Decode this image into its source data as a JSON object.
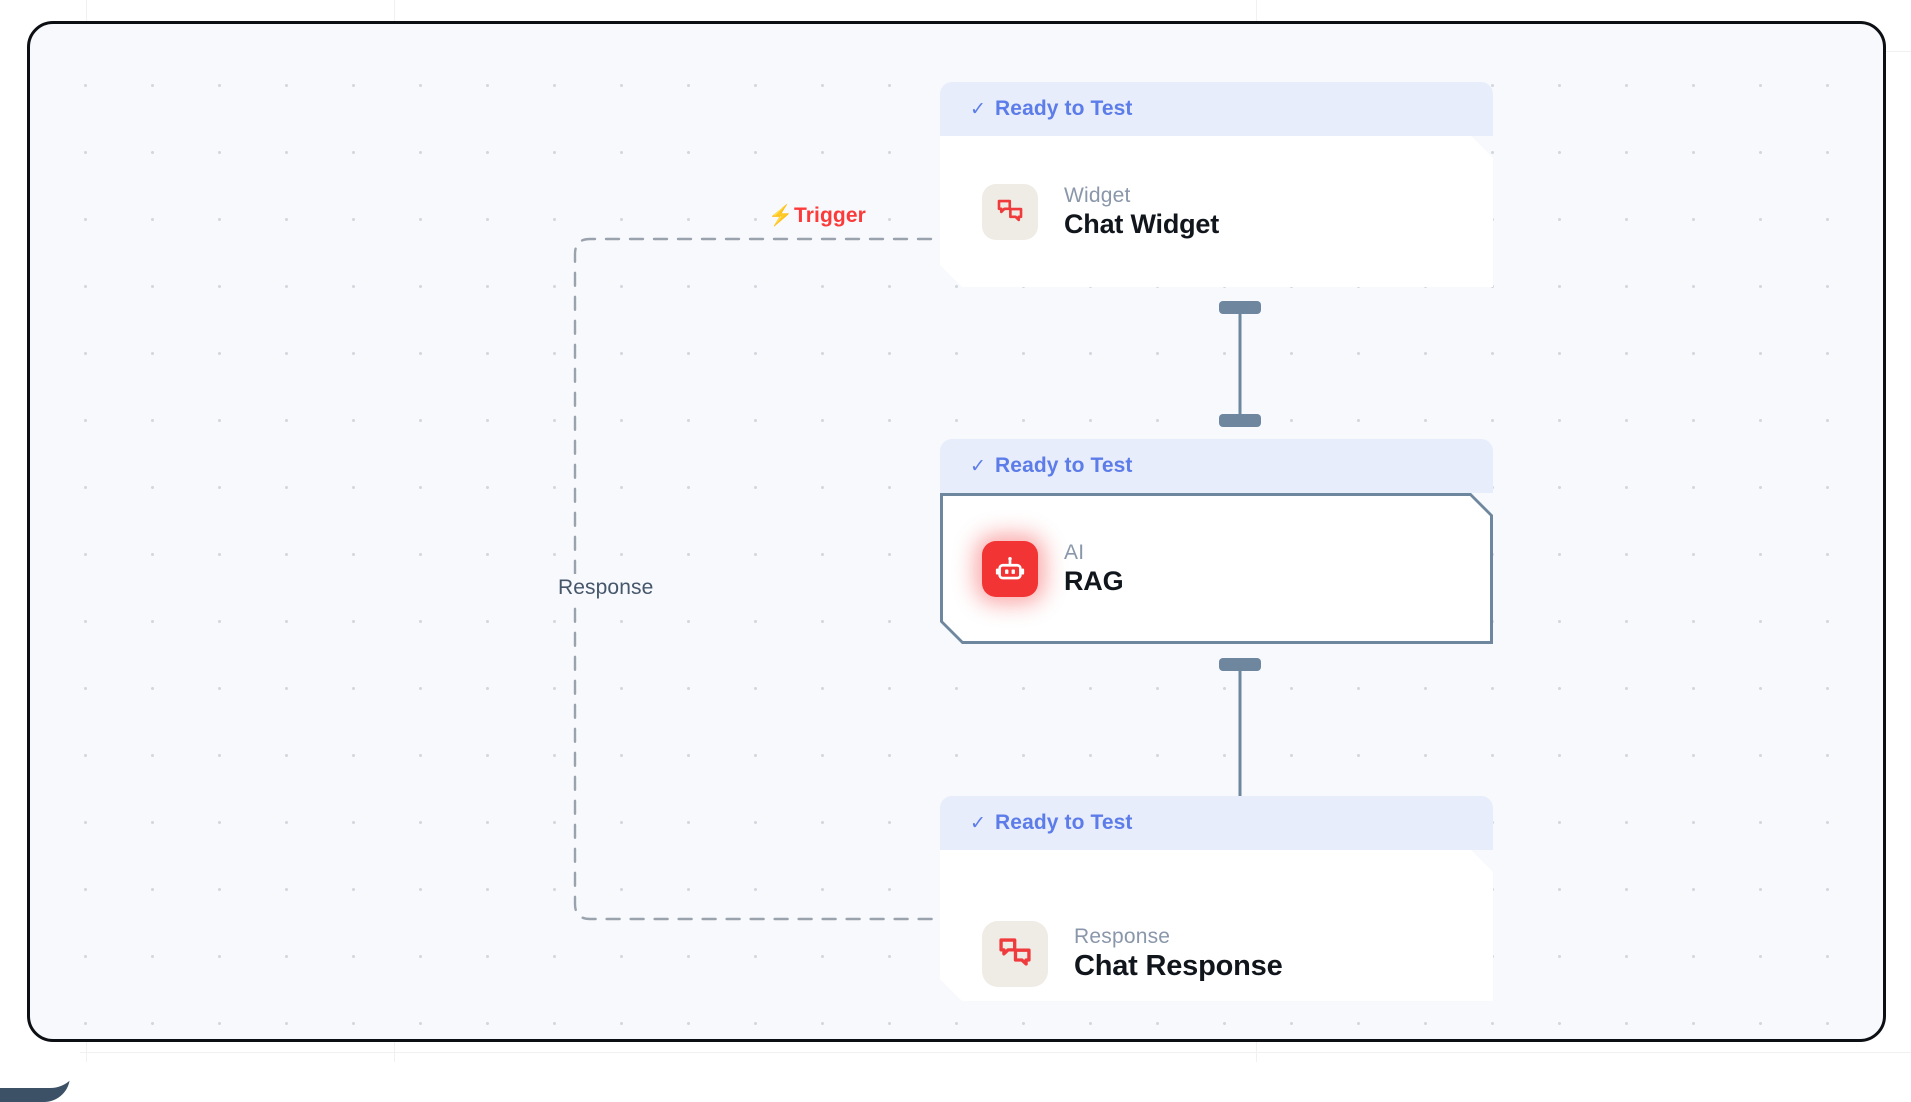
{
  "canvas": {
    "background_color": "#f7f9fc",
    "border_color": "#0c0f14",
    "grid": "dot-grid"
  },
  "colors": {
    "status_text": "#5c7ce9",
    "status_band": "#e7edfb",
    "trigger_label": "#fc3a3a",
    "response_label": "#46566b",
    "accent_red": "#f23434",
    "connector": "#6e879f",
    "selected_border": "#6e879f"
  },
  "edges": [
    {
      "id": "edge-trigger",
      "label": "Trigger",
      "icon": "lightning-bolt-icon",
      "style": "dashed",
      "from": "chat-response",
      "to": "chat-widget"
    },
    {
      "id": "edge-response",
      "label": "Response",
      "style": "dashed",
      "from": "chat-response",
      "to": "chat-widget"
    }
  ],
  "nodes": [
    {
      "id": "chat-widget",
      "status": "Ready to Test",
      "status_icon": "check-icon",
      "kind": "Widget",
      "title": "Chat Widget",
      "icon": "chat-bubbles-icon",
      "selected": false
    },
    {
      "id": "rag",
      "status": "Ready to Test",
      "status_icon": "check-icon",
      "kind": "AI",
      "title": "RAG",
      "icon": "robot-icon",
      "selected": true
    },
    {
      "id": "chat-response",
      "status": "Ready to Test",
      "status_icon": "check-icon",
      "kind": "Response",
      "title": "Chat Response",
      "icon": "chat-bubbles-icon",
      "selected": false
    }
  ],
  "connectors": [
    {
      "id": "connector-widget-rag",
      "from": "chat-widget",
      "to": "rag"
    },
    {
      "id": "connector-rag-response",
      "from": "rag",
      "to": "chat-response"
    }
  ]
}
